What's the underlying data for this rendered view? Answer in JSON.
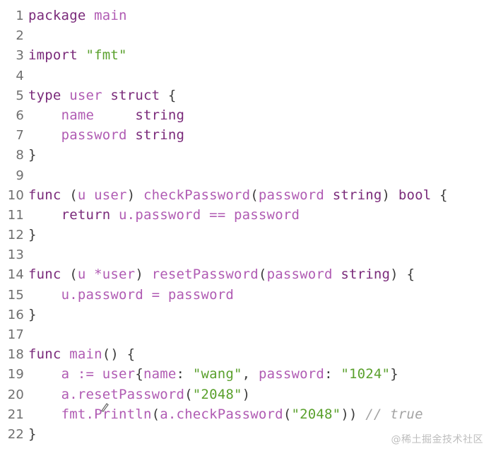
{
  "code": {
    "lines": [
      [
        {
          "t": "package",
          "c": "kw"
        },
        {
          "t": " ",
          "c": "plain"
        },
        {
          "t": "main",
          "c": "id"
        }
      ],
      [],
      [
        {
          "t": "import",
          "c": "kw"
        },
        {
          "t": " ",
          "c": "plain"
        },
        {
          "t": "\"fmt\"",
          "c": "str"
        }
      ],
      [],
      [
        {
          "t": "type",
          "c": "kw"
        },
        {
          "t": " ",
          "c": "plain"
        },
        {
          "t": "user",
          "c": "id"
        },
        {
          "t": " ",
          "c": "plain"
        },
        {
          "t": "struct",
          "c": "kw"
        },
        {
          "t": " {",
          "c": "punc"
        }
      ],
      [
        {
          "t": "    ",
          "c": "plain"
        },
        {
          "t": "name",
          "c": "id"
        },
        {
          "t": "     ",
          "c": "plain"
        },
        {
          "t": "string",
          "c": "kw"
        }
      ],
      [
        {
          "t": "    ",
          "c": "plain"
        },
        {
          "t": "password",
          "c": "id"
        },
        {
          "t": " ",
          "c": "plain"
        },
        {
          "t": "string",
          "c": "kw"
        }
      ],
      [
        {
          "t": "}",
          "c": "punc"
        }
      ],
      [],
      [
        {
          "t": "func",
          "c": "kw"
        },
        {
          "t": " (",
          "c": "punc"
        },
        {
          "t": "u",
          "c": "id"
        },
        {
          "t": " ",
          "c": "plain"
        },
        {
          "t": "user",
          "c": "id"
        },
        {
          "t": ") ",
          "c": "punc"
        },
        {
          "t": "checkPassword",
          "c": "id"
        },
        {
          "t": "(",
          "c": "punc"
        },
        {
          "t": "password",
          "c": "id"
        },
        {
          "t": " ",
          "c": "plain"
        },
        {
          "t": "string",
          "c": "kw"
        },
        {
          "t": ") ",
          "c": "punc"
        },
        {
          "t": "bool",
          "c": "kw"
        },
        {
          "t": " {",
          "c": "punc"
        }
      ],
      [
        {
          "t": "    ",
          "c": "plain"
        },
        {
          "t": "return",
          "c": "kw"
        },
        {
          "t": " ",
          "c": "plain"
        },
        {
          "t": "u.password",
          "c": "id"
        },
        {
          "t": " ",
          "c": "plain"
        },
        {
          "t": "==",
          "c": "op"
        },
        {
          "t": " ",
          "c": "plain"
        },
        {
          "t": "password",
          "c": "id"
        }
      ],
      [
        {
          "t": "}",
          "c": "punc"
        }
      ],
      [],
      [
        {
          "t": "func",
          "c": "kw"
        },
        {
          "t": " (",
          "c": "punc"
        },
        {
          "t": "u",
          "c": "id"
        },
        {
          "t": " ",
          "c": "plain"
        },
        {
          "t": "*user",
          "c": "id"
        },
        {
          "t": ") ",
          "c": "punc"
        },
        {
          "t": "resetPassword",
          "c": "id"
        },
        {
          "t": "(",
          "c": "punc"
        },
        {
          "t": "password",
          "c": "id"
        },
        {
          "t": " ",
          "c": "plain"
        },
        {
          "t": "string",
          "c": "kw"
        },
        {
          "t": ") {",
          "c": "punc"
        }
      ],
      [
        {
          "t": "    ",
          "c": "plain"
        },
        {
          "t": "u.password",
          "c": "id"
        },
        {
          "t": " ",
          "c": "plain"
        },
        {
          "t": "=",
          "c": "op"
        },
        {
          "t": " ",
          "c": "plain"
        },
        {
          "t": "password",
          "c": "id"
        }
      ],
      [
        {
          "t": "}",
          "c": "punc"
        }
      ],
      [],
      [
        {
          "t": "func",
          "c": "kw"
        },
        {
          "t": " ",
          "c": "plain"
        },
        {
          "t": "main",
          "c": "id"
        },
        {
          "t": "() {",
          "c": "punc"
        }
      ],
      [
        {
          "t": "    ",
          "c": "plain"
        },
        {
          "t": "a",
          "c": "id"
        },
        {
          "t": " ",
          "c": "plain"
        },
        {
          "t": ":=",
          "c": "op"
        },
        {
          "t": " ",
          "c": "plain"
        },
        {
          "t": "user",
          "c": "id"
        },
        {
          "t": "{",
          "c": "punc"
        },
        {
          "t": "name",
          "c": "id"
        },
        {
          "t": ": ",
          "c": "punc"
        },
        {
          "t": "\"wang\"",
          "c": "str"
        },
        {
          "t": ", ",
          "c": "punc"
        },
        {
          "t": "password",
          "c": "id"
        },
        {
          "t": ": ",
          "c": "punc"
        },
        {
          "t": "\"1024\"",
          "c": "str"
        },
        {
          "t": "}",
          "c": "punc"
        }
      ],
      [
        {
          "t": "    ",
          "c": "plain"
        },
        {
          "t": "a.resetPassword",
          "c": "id"
        },
        {
          "t": "(",
          "c": "punc"
        },
        {
          "t": "\"2048\"",
          "c": "str"
        },
        {
          "t": ")",
          "c": "punc"
        }
      ],
      [
        {
          "t": "    ",
          "c": "plain"
        },
        {
          "t": "fmt.Println",
          "c": "id"
        },
        {
          "t": "(",
          "c": "punc"
        },
        {
          "t": "a.checkPassword",
          "c": "id"
        },
        {
          "t": "(",
          "c": "punc"
        },
        {
          "t": "\"2048\"",
          "c": "str"
        },
        {
          "t": "))",
          "c": "punc"
        },
        {
          "t": " ",
          "c": "plain"
        },
        {
          "t": "// true",
          "c": "cm"
        }
      ],
      [
        {
          "t": "}",
          "c": "punc"
        }
      ]
    ]
  },
  "watermark": {
    "text": "@稀土掘金技术社区"
  },
  "colors": {
    "keyword": "#7a2a7a",
    "identifier": "#b05bb3",
    "string": "#5aa02c",
    "comment": "#a3a3a3",
    "line_number": "#6f6f6f",
    "background": "#ffffff"
  }
}
